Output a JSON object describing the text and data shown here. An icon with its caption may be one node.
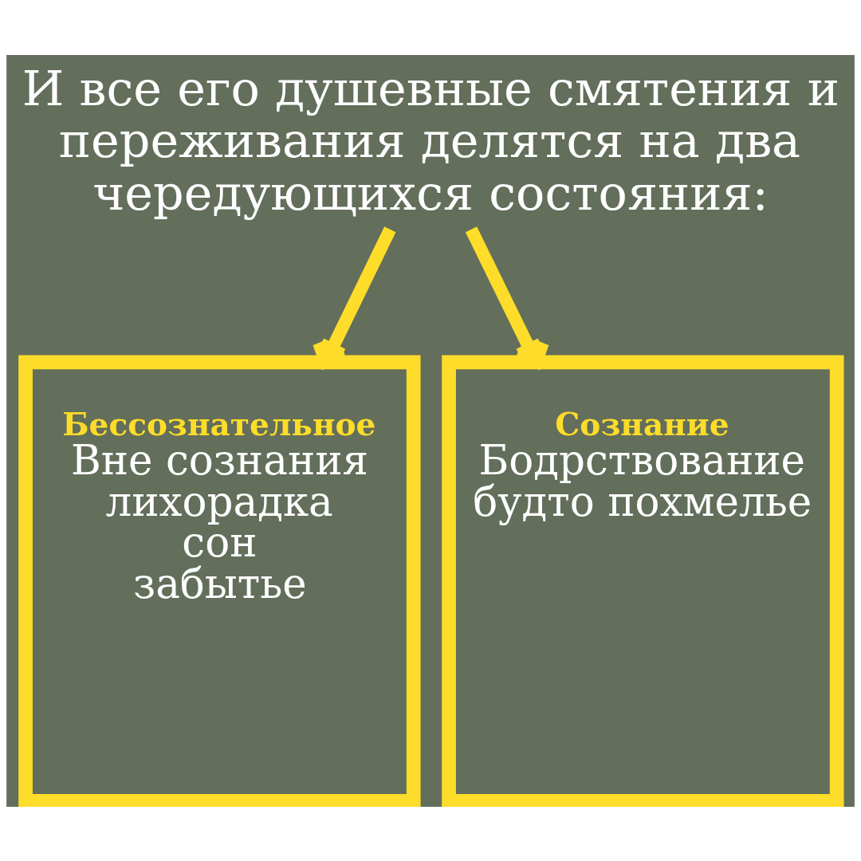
{
  "diagram": {
    "nodes": [
      {
        "text": [
          "И все его душевные смятения и переживания делятся на два чередующихся состояния:"
        ]
      },
      {
        "text": [
          "Бессознательное",
          "Вне сознания",
          "лихорадка",
          "сон",
          "забытье"
        ]
      },
      {
        "text": [
          "Сознание",
          "Бодрствование будто похмелье"
        ]
      }
    ],
    "edges": [
      {
        "from": 0,
        "to": 1,
        "arrow": "to"
      },
      {
        "from": 0,
        "to": 2,
        "arrow": "to"
      }
    ]
  }
}
